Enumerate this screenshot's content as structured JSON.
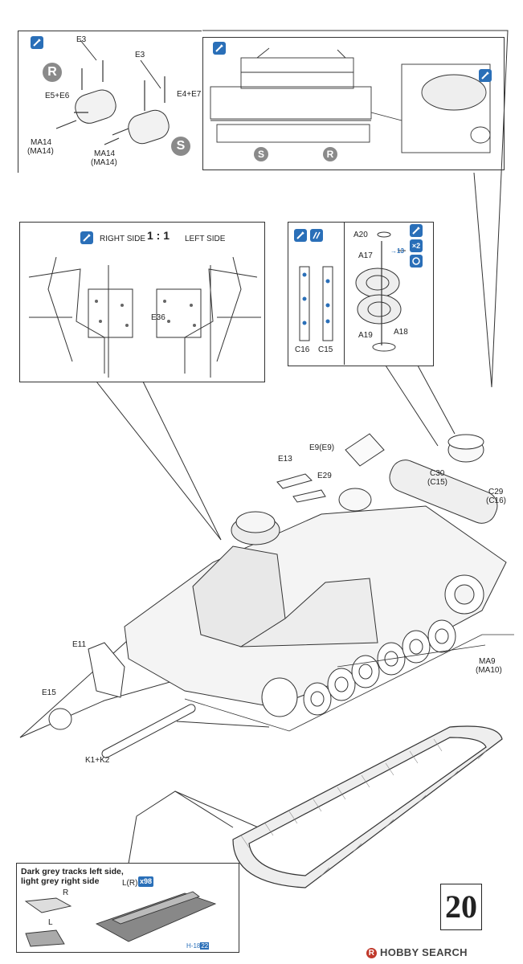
{
  "step_number": "20",
  "footer": {
    "brand": "HOBBY SEARCH",
    "mark": "R"
  },
  "symbols": {
    "multiply": "×2",
    "x98": "x98"
  },
  "top_left": {
    "e3_a": "E3",
    "e3_b": "E3",
    "e5e6": "E5+E6",
    "e4e7": "E4+E7",
    "ma14_a": "MA14",
    "ma14_a2": "(MA14)",
    "ma14_b": "MA14",
    "ma14_b2": "(MA14)",
    "r": "R",
    "s": "S"
  },
  "top_right": {
    "s": "S",
    "r": "R"
  },
  "side_view": {
    "right_side": "RIGHT SIDE",
    "scale": "1 : 1",
    "left_side": "LEFT SIDE",
    "e36": "E36"
  },
  "wheels": {
    "a20": "A20",
    "a17": "A17",
    "a19": "A19",
    "a18": "A18",
    "c16": "C16",
    "c15": "C15",
    "ref": "→13"
  },
  "main": {
    "e9": "E9(E9)",
    "e13": "E13",
    "e29": "E29",
    "c30": "C30",
    "c30b": "(C15)",
    "c29": "C29",
    "c29b": "(C16)",
    "e11": "E11",
    "e15": "E15",
    "ma9": "MA9",
    "ma9b": "(MA10)",
    "k1k2": "K1+K2"
  },
  "tracks": {
    "note_line1": "Dark grey tracks left side,",
    "note_line2": "light grey right side",
    "r": "R",
    "l": "L",
    "lr": "L(R)",
    "h": "H-",
    "h_num": "18",
    "h_num2": "22"
  }
}
